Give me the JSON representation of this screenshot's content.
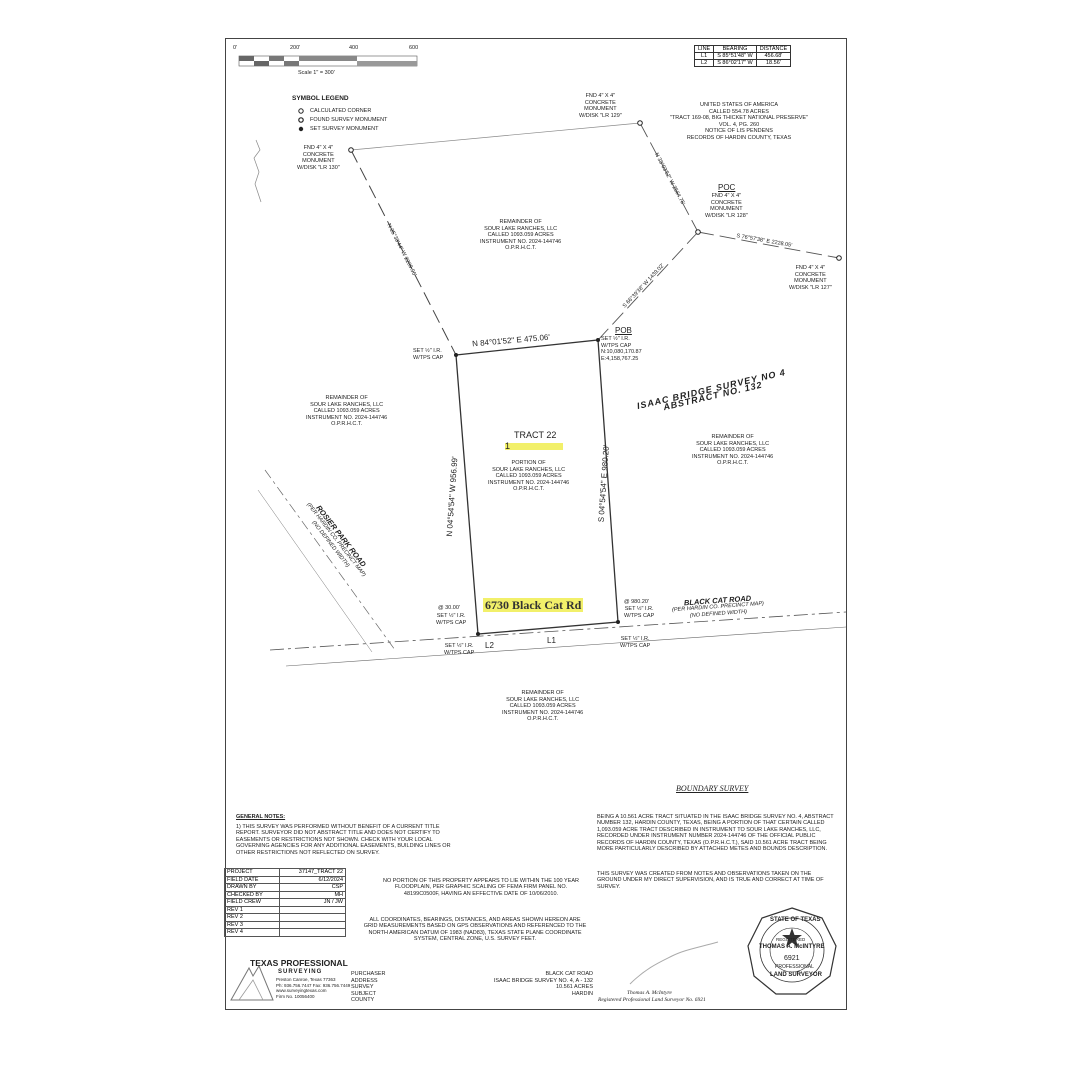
{
  "scale_bar": {
    "ticks": [
      "0'",
      "200'",
      "400",
      "600"
    ],
    "label": "Scale 1\" = 300'"
  },
  "line_table": {
    "headers": [
      "LINE",
      "BEARING",
      "DISTANCE"
    ],
    "rows": [
      [
        "L1",
        "S 85°51'48\" W",
        "456.68'"
      ],
      [
        "L2",
        "S 86°02'17\" W",
        "18.56'"
      ]
    ]
  },
  "legend": {
    "title": "SYMBOL LEGEND",
    "items": [
      "CALCULATED CORNER",
      "FOUND SURVEY MONUMENT",
      "SET SURVEY MONUMENT"
    ]
  },
  "labels": {
    "fnd_lr129": [
      "FND 4\" X 4\"",
      "CONCRETE",
      "MONUMENT",
      "W/DISK \"LR 129\""
    ],
    "fnd_lr130": [
      "FND 4\" X 4\"",
      "CONCRETE",
      "MONUMENT",
      "W/DISK \"LR 130\""
    ],
    "usa_tract": [
      "UNITED STATES OF AMERICA",
      "CALLED 554.78 ACRES",
      "\"TRACT 169-08, BIG THICKET NATIONAL PRESERVE\"",
      "VOL. 4, PG. 260",
      "NOTICE OF LIS PENDENS",
      "RECORDS OF HARDIN COUNTY, TEXAS"
    ],
    "poc_title": "POC",
    "poc": [
      "FND 4\" X 4\"",
      "CONCRETE",
      "MONUMENT",
      "W/DISK \"LR 128\""
    ],
    "fnd_lr127": [
      "FND 4\" X 4\"",
      "CONCRETE",
      "MONUMENT",
      "W/DISK \"LR 127\""
    ],
    "remainder_top": [
      "REMAINDER OF",
      "SOUR LAKE RANCHES, LLC",
      "CALLED 1093.059 ACRES",
      "INSTRUMENT NO. 2024-144746",
      "O.P.R.H.C.T."
    ],
    "remainder_left": [
      "REMAINDER OF",
      "SOUR LAKE RANCHES, LLC",
      "CALLED 1093.059 ACRES",
      "INSTRUMENT NO. 2024-144746",
      "O.P.R.H.C.T."
    ],
    "remainder_right": [
      "REMAINDER OF",
      "SOUR LAKE RANCHES, LLC",
      "CALLED 1093.059 ACRES",
      "INSTRUMENT NO. 2024-144746",
      "O.P.R.H.C.T."
    ],
    "remainder_bottom": [
      "REMAINDER OF",
      "SOUR LAKE RANCHES, LLC",
      "CALLED 1093.059 ACRES",
      "INSTRUMENT NO. 2024-144746",
      "O.P.R.H.C.T."
    ],
    "bearing_west": "N 25°33'44\" W 2209.96'",
    "bearing_ne": "N 38°03'52\" W 2564.75'",
    "bearing_mid": "S 66°39'38\" W 1439.02'",
    "bearing_poc": "S 76°57'38\" E 2228.05'",
    "north_line": "N 84°01'52\" E   475.06'",
    "pob_title": "POB",
    "pob": [
      "SET ½\" I.R.",
      "W/TPS CAP",
      "N:10,080,170.87",
      "E:4,158,767.25"
    ],
    "set_nw": [
      "SET ½\" I.R.",
      "W/TPS CAP"
    ],
    "survey_name": [
      "ISAAC BRIDGE SURVEY NO 4",
      "ABSTRACT NO. 132"
    ],
    "tract_title": "TRACT 22",
    "tract_acres": "1",
    "tract_desc": [
      "PORTION OF",
      "SOUR LAKE RANCHES, LLC",
      "CALLED 1093.059 ACRES",
      "INSTRUMENT NO. 2024-144746",
      "O.P.R.H.C.T."
    ],
    "west_line": "N 04°54'54\" W   956.99'",
    "east_line": "S 04°54'54\" E   980.20'",
    "rosier_road": [
      "ROSIER PARK ROAD",
      "(PER HARDIN CO. PRECINCT MAP)",
      "(NO DEFINED WIDTH)"
    ],
    "address_highlight": "6730 Black Cat Rd",
    "sw_at": "@ 30.00'",
    "set_sw": [
      "SET ½\" I.R.",
      "W/TPS CAP"
    ],
    "se_at": "@ 980.20'",
    "set_se": [
      "SET ½\" I.R.",
      "W/TPS CAP"
    ],
    "black_cat_road": [
      "BLACK CAT ROAD",
      "(PER HARDIN CO. PRECINCT MAP)",
      "(NO DEFINED WIDTH)"
    ],
    "set_sw2": [
      "SET ½\" I.R.",
      "W/TPS CAP"
    ],
    "set_se2": [
      "SET ½\" I.R.",
      "W/TPS CAP"
    ],
    "l2": "L2",
    "l1": "L1"
  },
  "boundary_title": "BOUNDARY SURVEY",
  "general_notes": {
    "title": "GENERAL NOTES:",
    "text": "1) THIS SURVEY WAS PERFORMED WITHOUT BENEFIT OF A CURRENT TITLE REPORT. SURVEYOR DID NOT ABSTRACT TITLE AND DOES NOT CERTIFY TO EASEMENTS OR RESTRICTIONS NOT SHOWN. CHECK WITH YOUR LOCAL GOVERNING AGENCIES FOR ANY ADDITIONAL EASEMENTS, BUILDING LINES OR OTHER RESTRICTIONS NOT REFLECTED ON SURVEY."
  },
  "description": "BEING A 10.561 ACRE TRACT SITUATED IN THE ISAAC BRIDGE SURVEY NO. 4, ABSTRACT NUMBER 132, HARDIN COUNTY, TEXAS, BEING A PORTION OF THAT CERTAIN CALLED 1,093.059 ACRE TRACT DESCRIBED IN INSTRUMENT TO SOUR LAKE RANCHES, LLC, RECORDED UNDER INSTRUMENT NUMBER 2024-144746 OF THE OFFICIAL PUBLIC RECORDS OF HARDIN COUNTY, TEXAS (O.P.R.H.C.T.), SAID 10.561 ACRE TRACT BEING MORE PARTICULARLY DESCRIBED BY ATTACHED METES AND BOUNDS DESCRIPTION.",
  "certification": "THIS SURVEY WAS CREATED FROM NOTES AND OBSERVATIONS TAKEN ON THE GROUND UNDER MY DIRECT SUPERVISION, AND IS TRUE AND CORRECT AT TIME OF SURVEY.",
  "flood_note": "NO PORTION OF THIS PROPERTY APPEARS TO LIE WITHIN THE 100 YEAR FLOODPLAIN, PER GRAPHIC SCALING OF FEMA FIRM PANEL NO. 48199C0500F, HAVING AN EFFECTIVE DATE OF 10/06/2010.",
  "coord_note": "ALL COORDINATES, BEARINGS, DISTANCES, AND AREAS SHOWN HEREON ARE GRID MEASUREMENTS BASED ON GPS OBSERVATIONS AND REFERENCED TO THE NORTH AMERICAN DATUM OF 1983 (NAD83), TEXAS STATE PLANE COORDINATE SYSTEM, CENTRAL ZONE, U.S. SURVEY FEET.",
  "project_table": [
    [
      "PROJECT",
      "37147_TRACT 22"
    ],
    [
      "FIELD DATE",
      "6/12/2024"
    ],
    [
      "DRAWN BY",
      "CSP"
    ],
    [
      "CHECKED BY",
      "MH"
    ],
    [
      "FIELD CREW",
      "JN / JW"
    ],
    [
      "REV 1",
      ""
    ],
    [
      "REV 2",
      ""
    ],
    [
      "REV 3",
      ""
    ],
    [
      "REV 4",
      ""
    ]
  ],
  "company": {
    "name": "TEXAS PROFESSIONAL",
    "sub": "SURVEYING",
    "lines": [
      "Preston Canroe, Texas 77363",
      "Ph: 936.756.7447  Fax: 936.756.7449",
      "www.surveyingtexas.com",
      "Firm No. 10056400"
    ]
  },
  "info_block": {
    "keys": [
      "PURCHASER",
      "ADDRESS",
      "SURVEY",
      "SUBJECT",
      "COUNTY"
    ],
    "values": [
      "",
      "BLACK CAT ROAD",
      "ISAAC BRIDGE SURVEY NO. 4, A - 132",
      "10.561 ACRES",
      "HARDIN"
    ]
  },
  "signature": {
    "name": "Thomas A. McIntyre",
    "title": "Registered Professional Land Surveyor No. 6921"
  },
  "seal": {
    "state": "STATE OF TEXAS",
    "registered": "REGISTERED",
    "name": "THOMAS A. McINTYRE",
    "number": "6921",
    "professional": "PROFESSIONAL",
    "land_surveyor": "LAND SURVEYOR"
  }
}
